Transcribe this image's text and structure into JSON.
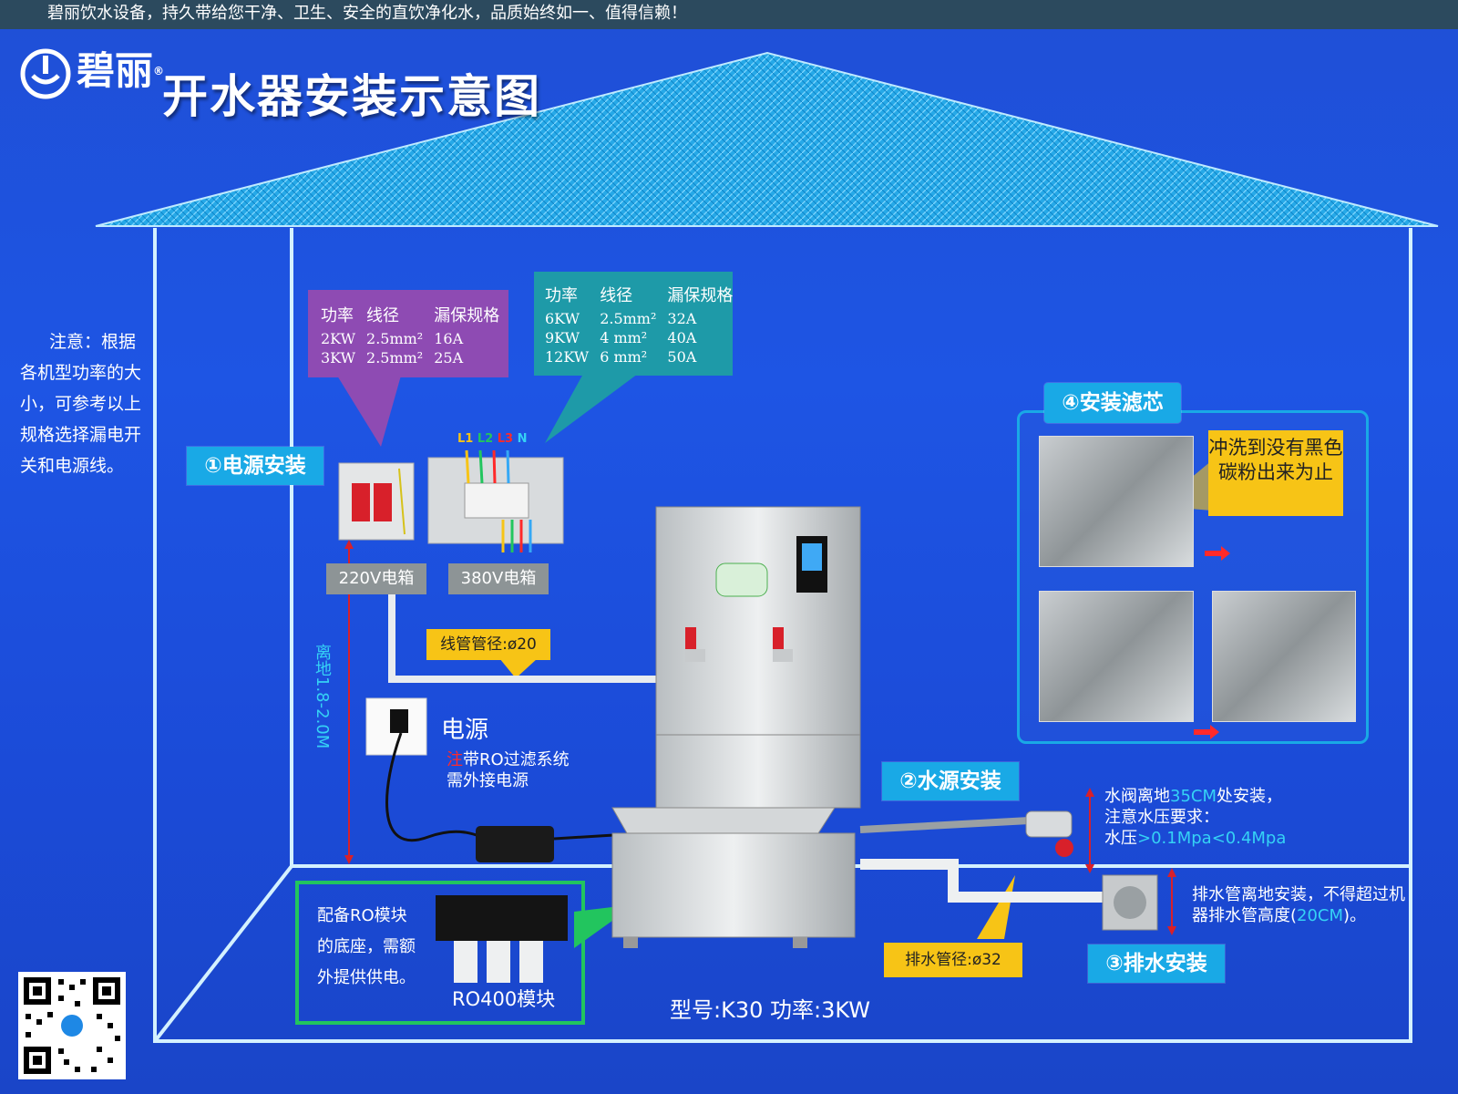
{
  "header": {
    "slogan": "碧丽饮水设备，持久带给您干净、卫生、安全的直饮净化水，品质始终如一、值得信赖！"
  },
  "brand": {
    "name": "碧丽",
    "registered": "®"
  },
  "title": "开水器安装示意图",
  "note": "注意：根据各机型功率的大小，可参考以上规格选择漏电开关和电源线。",
  "steps": {
    "power": "①电源安装",
    "water": "②水源安装",
    "drain": "③排水安装",
    "filter": "④安装滤芯"
  },
  "spec_220": {
    "headers": [
      "功率",
      "线径",
      "漏保规格"
    ],
    "rows": [
      [
        "2KW",
        "2.5mm²",
        "16A"
      ],
      [
        "3KW",
        "2.5mm²",
        "25A"
      ]
    ]
  },
  "spec_380": {
    "headers": [
      "功率",
      "线径",
      "漏保规格"
    ],
    "rows": [
      [
        "6KW",
        "2.5mm²",
        "32A"
      ],
      [
        "9KW",
        "4 mm²",
        "40A"
      ],
      [
        "12KW",
        "6 mm²",
        "50A"
      ]
    ]
  },
  "boxes": {
    "box220": "220V电箱",
    "box380": "380V电箱"
  },
  "phase_labels": {
    "l1": "L1",
    "l2": "L2",
    "l3": "L3",
    "n": "N"
  },
  "conduit": "线管管径:ø20",
  "height": "离地1.8-2.0M",
  "power_source": {
    "title": "电源",
    "note_mark": "注",
    "note_text": "带RO过滤系统需外接电源"
  },
  "ro": {
    "text": "配备RO模块的底座，需额外提供供电。",
    "module": "RO400模块"
  },
  "water_valve": {
    "line1_a": "水阀离地",
    "line1_b": "35CM",
    "line1_c": "处安装，",
    "line2": "注意水压要求：",
    "line3_a": "水压",
    "line3_b": ">0.1Mpa<0.4Mpa"
  },
  "drain_pipe": "排水管径:ø32",
  "drain_note": {
    "a": "排水管离地安装，不得超过机器排水管高度(",
    "b": "20CM",
    "c": ")。"
  },
  "flush_note": "冲洗到没有黑色碳粉出来为止",
  "model": "型号:K30 功率:3KW",
  "colors": {
    "background": "#1e55e4",
    "tag": "#19a9e6",
    "spec220": "#8e4bb3",
    "spec380": "#1e9aa8",
    "yellow": "#f7c416",
    "cyan": "#35d2f5",
    "red": "#ff2a2a",
    "ro_frame": "#22c55e"
  }
}
